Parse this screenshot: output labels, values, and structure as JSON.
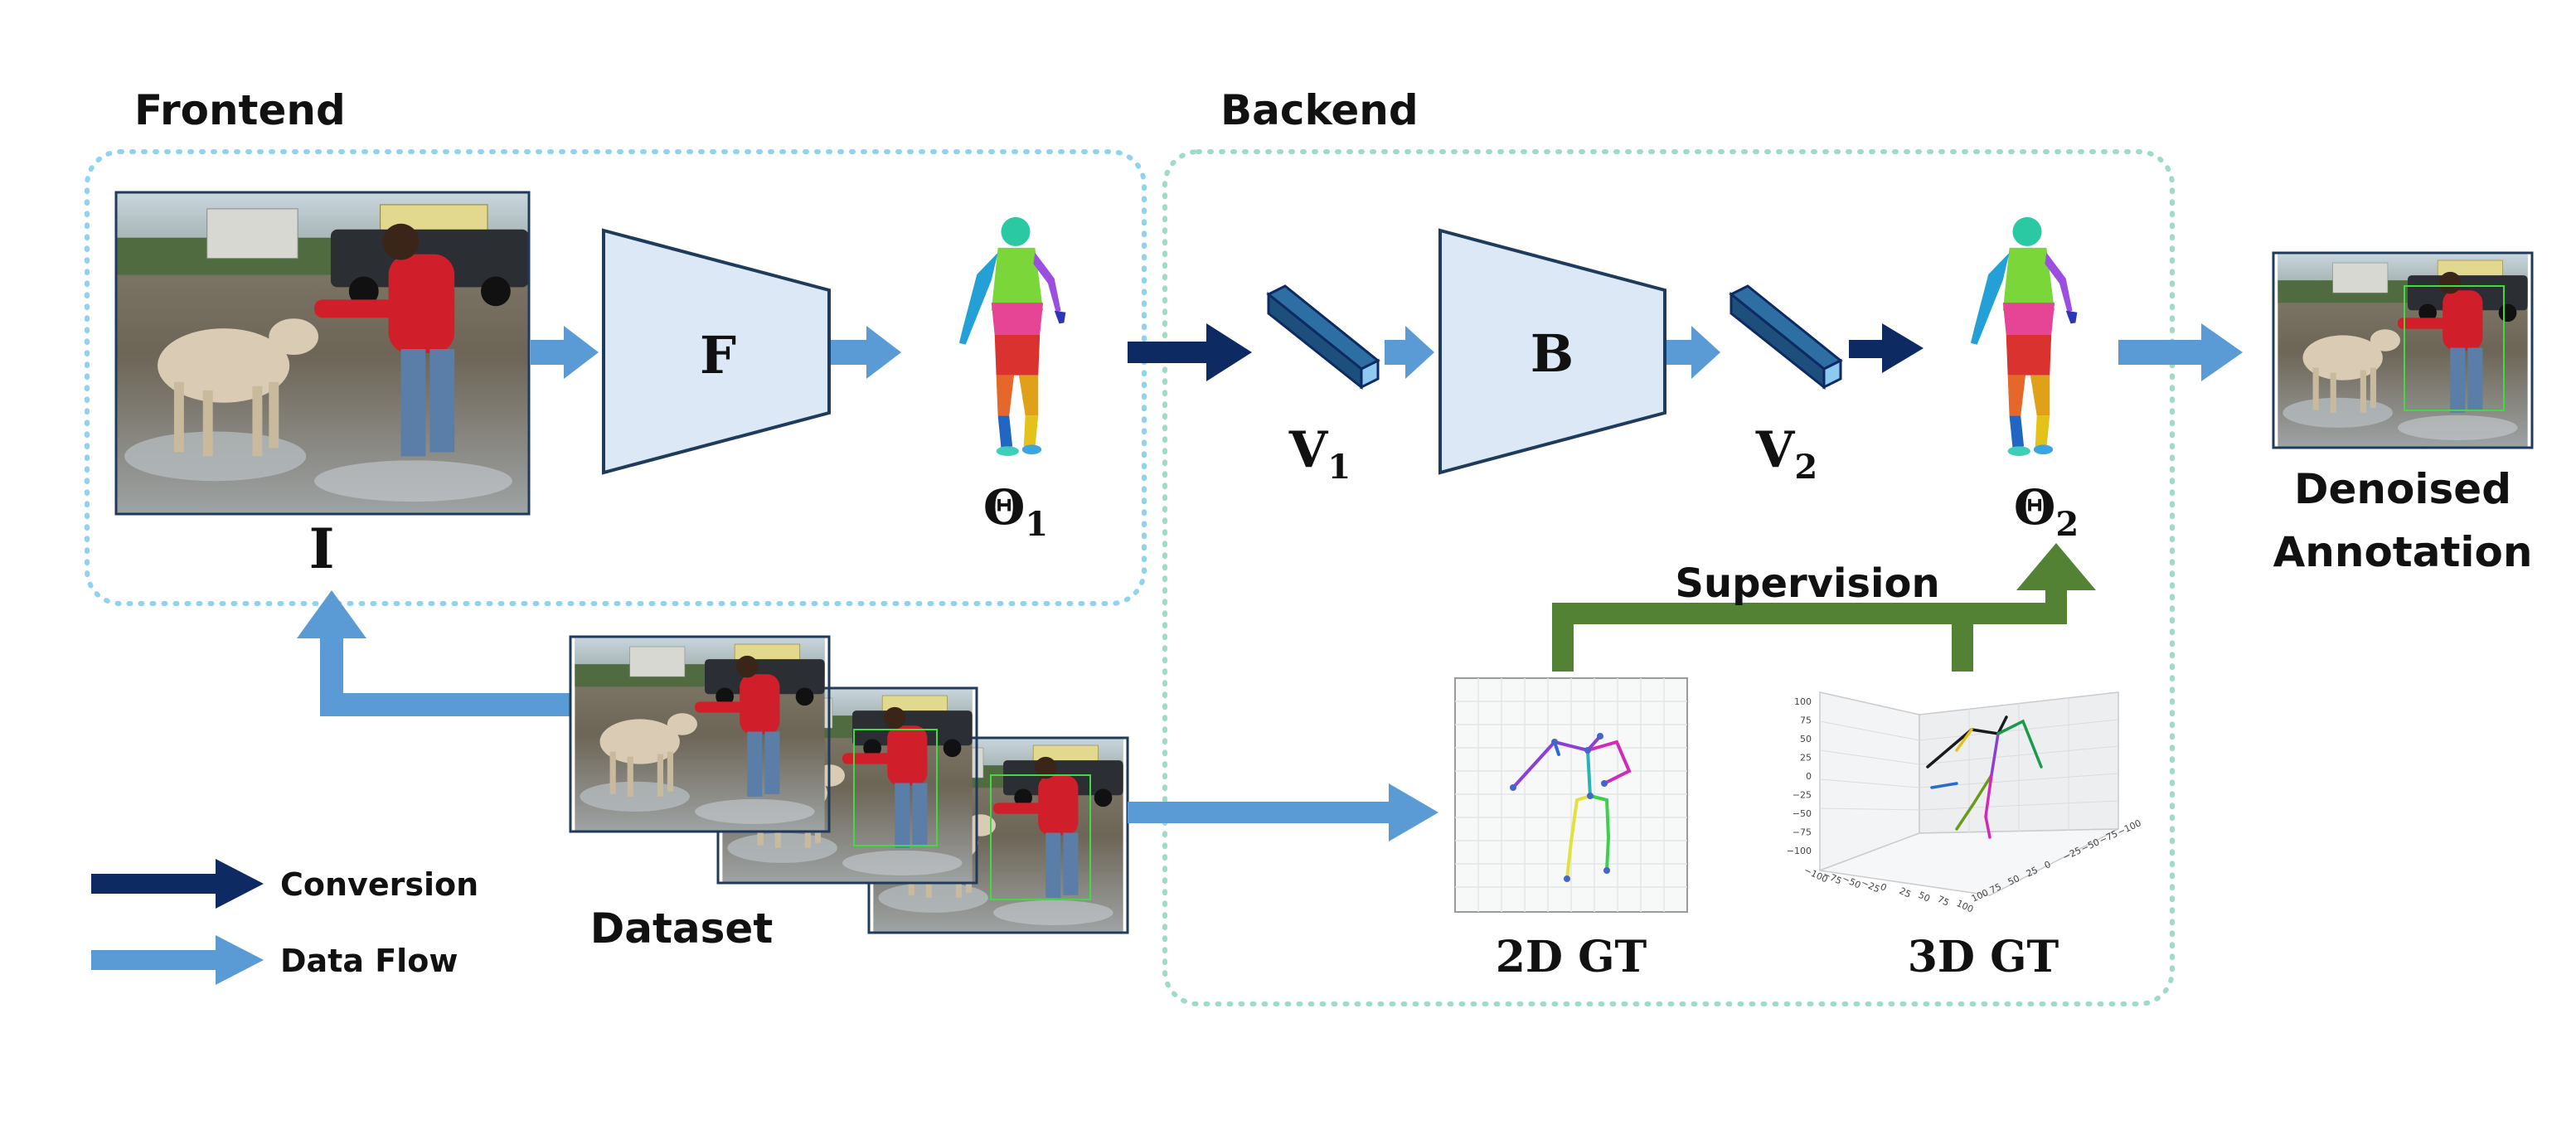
{
  "sections": {
    "frontend": "Frontend",
    "backend": "Backend"
  },
  "labels": {
    "input_image": "I",
    "frontend_network": "F",
    "backend_network": "B",
    "theta1_sym": "Θ",
    "theta1_sub": "1",
    "theta2_sym": "Θ",
    "theta2_sub": "2",
    "v1_sym": "V",
    "v1_sub": "1",
    "v2_sym": "V",
    "v2_sub": "2",
    "supervision": "Supervision",
    "gt2d": "2D GT",
    "gt3d": "3D GT",
    "output_line1": "Denoised",
    "output_line2": "Annotation",
    "dataset": "Dataset"
  },
  "legend": [
    {
      "label": "Conversion",
      "color": "#0d2a63"
    },
    {
      "label": "Data Flow",
      "color": "#5b9bd5"
    }
  ],
  "plot3d_ticks": {
    "z": [
      "100",
      "75",
      "50",
      "25",
      "0",
      "−25",
      "−50",
      "−75",
      "−100"
    ],
    "x": [
      "−100",
      "−75",
      "−50",
      "−25",
      "0",
      "25",
      "50",
      "75",
      "100"
    ],
    "y": [
      "100",
      "75",
      "50",
      "25",
      "0",
      "−25",
      "−50",
      "−75",
      "−100"
    ]
  },
  "colors": {
    "frontend_border": "#8fd3f0",
    "backend_border": "#9fdcc7",
    "network_fill": "#dce8f5",
    "network_stroke": "#1f3b5c",
    "data_flow": "#5b9bd5",
    "conversion": "#0d2a63",
    "supervision": "#548235"
  }
}
